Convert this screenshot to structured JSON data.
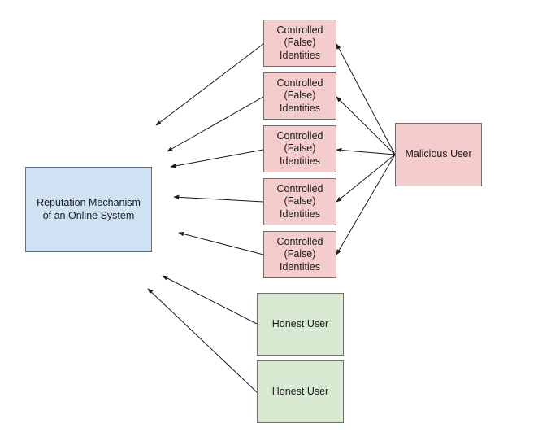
{
  "target": {
    "label": "Reputation Mechanism\nof an Online System"
  },
  "controlled_identities": [
    {
      "label": "Controlled\n(False)\nIdentities"
    },
    {
      "label": "Controlled\n(False)\nIdentities"
    },
    {
      "label": "Controlled\n(False)\nIdentities"
    },
    {
      "label": "Controlled\n(False)\nIdentities"
    },
    {
      "label": "Controlled\n(False)\nIdentities"
    }
  ],
  "malicious_user": {
    "label": "Malicious User"
  },
  "honest_users": [
    {
      "label": "Honest User"
    },
    {
      "label": "Honest User"
    }
  ],
  "colors": {
    "controlled": "#f4cccc",
    "malicious": "#f4cccc",
    "target": "#cfe2f3",
    "honest": "#d9ead3",
    "edge": "#1a1a1a"
  }
}
